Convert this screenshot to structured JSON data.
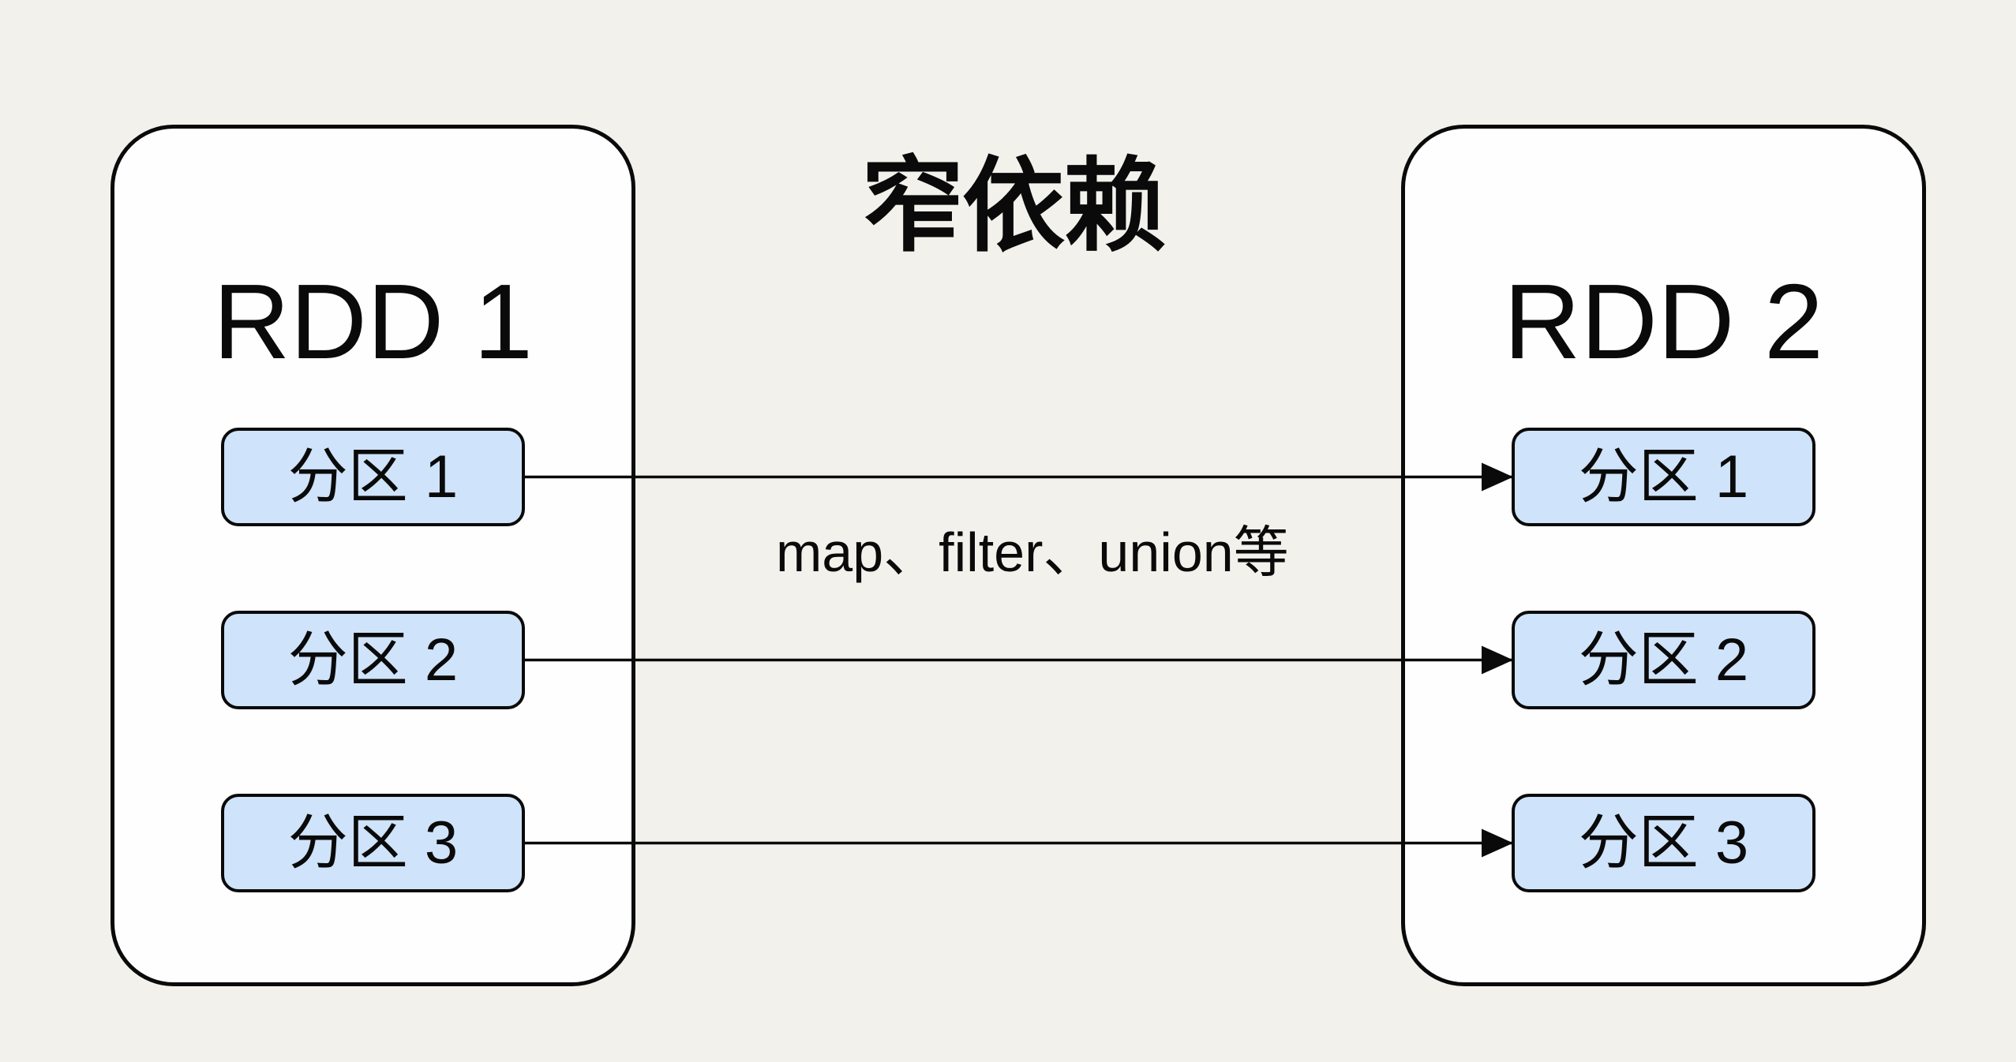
{
  "diagram": {
    "title": "窄依赖",
    "operation_label": "map、filter、union等",
    "rdd1": {
      "label": "RDD 1",
      "partitions": [
        "分区 1",
        "分区 2",
        "分区 3"
      ]
    },
    "rdd2": {
      "label": "RDD 2",
      "partitions": [
        "分区 1",
        "分区 2",
        "分区 3"
      ]
    },
    "arrows": [
      {
        "from": "RDD 1 / 分区 1",
        "to": "RDD 2 / 分区 1"
      },
      {
        "from": "RDD 1 / 分区 2",
        "to": "RDD 2 / 分区 2"
      },
      {
        "from": "RDD 1 / 分区 3",
        "to": "RDD 2 / 分区 3"
      }
    ],
    "colors": {
      "background": "#f2f1ec",
      "container_fill": "#fefefe",
      "partition_fill": "#cfe3fa",
      "stroke": "#0a0a0a"
    }
  }
}
